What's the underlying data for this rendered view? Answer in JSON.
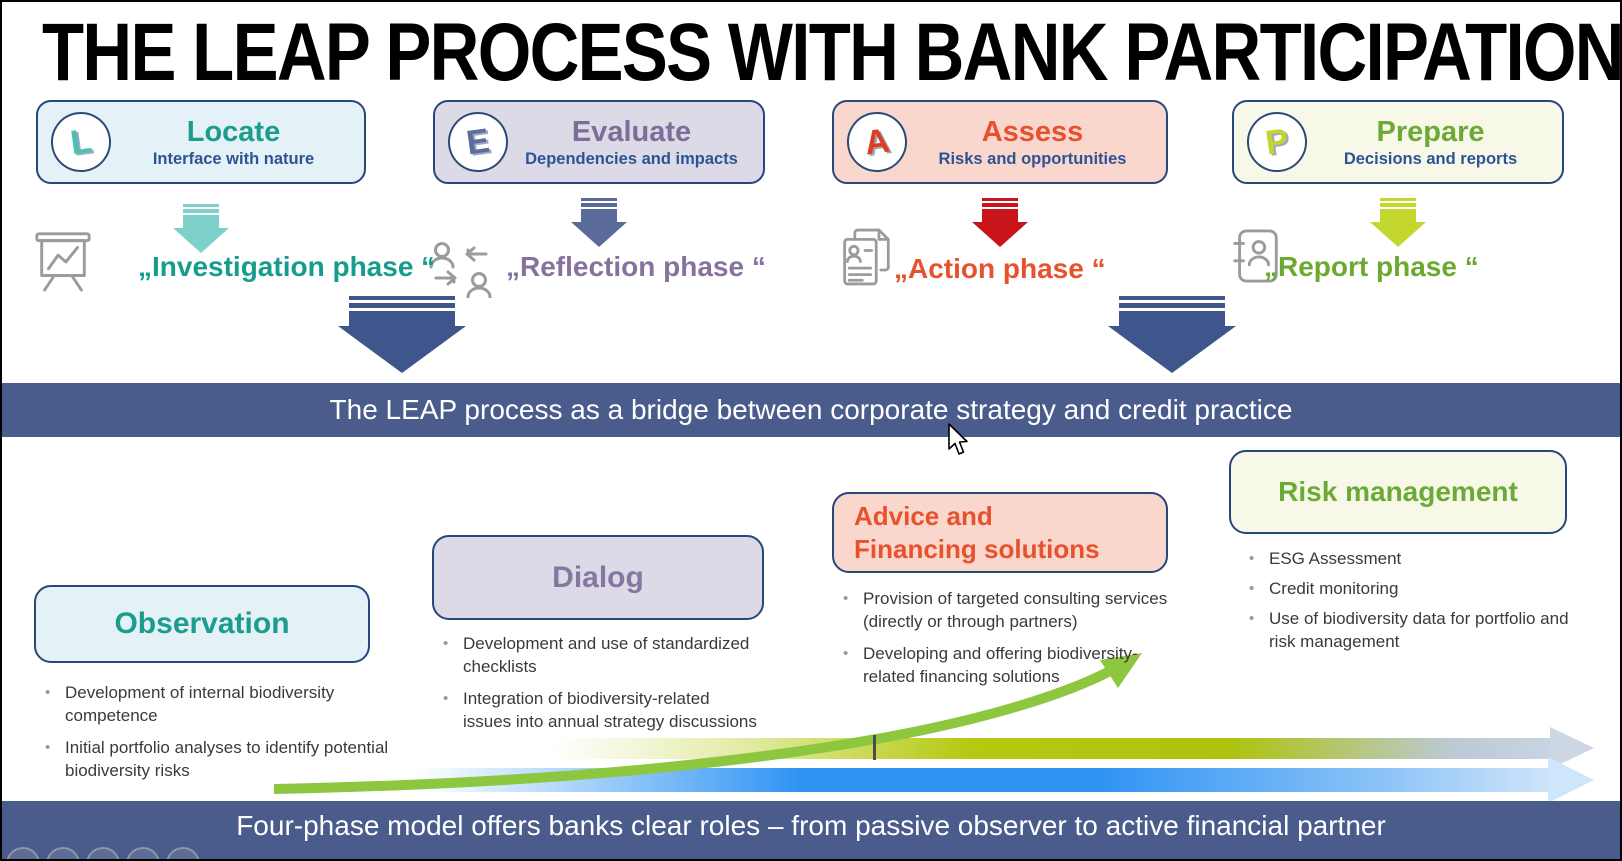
{
  "slide": {
    "title": "THE LEAP PROCESS WITH BANK PARTICIPATION",
    "bridge_banner": "The LEAP process as a bridge between corporate strategy and credit practice",
    "bottom_banner": "Four-phase model offers banks clear roles – from passive observer to active financial partner"
  },
  "leap_steps": [
    {
      "letter": "L",
      "title": "Locate",
      "subtitle": "Interface with nature",
      "phase_label": "„Investigation phase “",
      "accent_color": "#1a9c8e",
      "arrow_color": "#7ed0cb",
      "box_bg": "#e4f1f6"
    },
    {
      "letter": "E",
      "title": "Evaluate",
      "subtitle": "Dependencies and impacts",
      "phase_label": "„Reflection phase “",
      "accent_color": "#7d6d99",
      "arrow_color": "#5b6b99",
      "box_bg": "#dbdae6"
    },
    {
      "letter": "A",
      "title": "Assess",
      "subtitle": "Risks and opportunities",
      "phase_label": "„Action phase “",
      "accent_color": "#e8512d",
      "arrow_color": "#c8141b",
      "box_bg": "#f9d7cd"
    },
    {
      "letter": "P",
      "title": "Prepare",
      "subtitle": "Decisions and reports",
      "phase_label": "„Report phase “",
      "accent_color": "#6aaa35",
      "arrow_color": "#c3d72e",
      "box_bg": "#f8f8e8"
    }
  ],
  "bank_roles": [
    {
      "title": "Observation",
      "bullets": [
        "Development of internal biodiversity competence",
        "Initial portfolio analyses to identify potential biodiversity risks"
      ]
    },
    {
      "title": "Dialog",
      "bullets": [
        "Development and use of standardized checklists",
        "Integration of biodiversity-related issues into annual strategy discussions"
      ]
    },
    {
      "title": "Advice and Financing solutions",
      "title_line1": "Advice and",
      "title_line2": "Financing solutions",
      "bullets": [
        "Provision of targeted consulting services (directly or through partners)",
        "Developing and offering biodiversity-related financing solutions"
      ]
    },
    {
      "title": "Risk management",
      "bullets": [
        "ESG Assessment",
        "Credit monitoring",
        "Use of biodiversity data for portfolio and risk management"
      ]
    }
  ],
  "colors": {
    "banner_navy": "#4a5c8b",
    "big_arrow_navy": "#3e568c",
    "box_border_navy": "#25477b",
    "subtitle_blue": "#2e5395",
    "bullet_text": "#3a3a3a",
    "green_curve": "#8dc63f",
    "olive_bar": "#b4c90f",
    "blue_bar": "#2f93f4"
  },
  "icons": {
    "step_row": [
      "flipchart-chart-icon",
      "people-exchange-icon",
      "documents-person-icon",
      "contact-book-icon"
    ]
  },
  "presenter_controls": {
    "glyphs": [
      "‹",
      "✎",
      "⊞",
      "◎",
      "⋯"
    ]
  }
}
